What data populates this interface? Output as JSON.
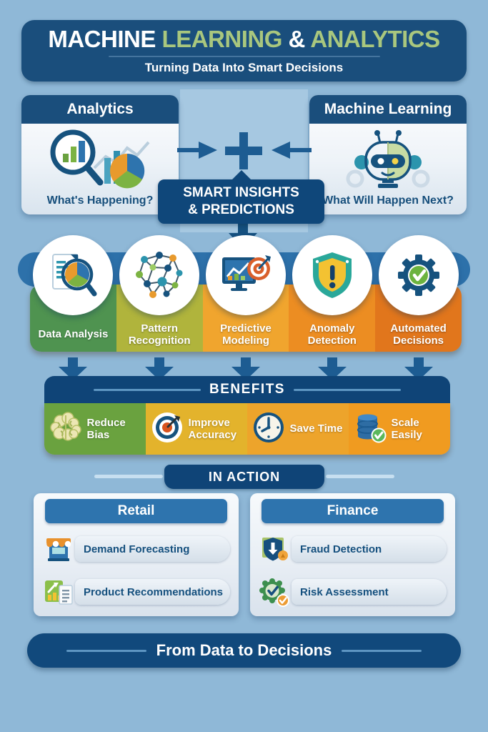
{
  "page": {
    "background": "#8fb8d7"
  },
  "header": {
    "background": "#1a4e7c",
    "title_parts": [
      {
        "text": "MACHINE ",
        "color": "#ffffff"
      },
      {
        "text": "LEARNING",
        "color": "#a9c77e"
      },
      {
        "text": " & ",
        "color": "#ffffff"
      },
      {
        "text": "ANALYTICS",
        "color": "#a9c77e"
      }
    ],
    "subtitle": "Turning Data Into Smart Decisions"
  },
  "comparison": {
    "analytics": {
      "title": "Analytics",
      "caption": "What's Happening?",
      "icon": "magnifier-chart-icon"
    },
    "machine_learning": {
      "title": "Machine Learning",
      "caption": "What Will Happen Next?",
      "icon": "robot-icon"
    },
    "combine": {
      "line1": "SMART INSIGHTS",
      "line2": "& PREDICTIONS"
    }
  },
  "pipeline": {
    "steps": [
      {
        "label": "Data Analysis",
        "color": "#4f9350",
        "icon": "data-analysis-icon"
      },
      {
        "label": "Pattern Recognition",
        "color": "#b0b43c",
        "icon": "pattern-recognition-icon"
      },
      {
        "label": "Predictive Modeling",
        "color": "#f0a52e",
        "icon": "predictive-modeling-icon"
      },
      {
        "label": "Anomaly Detection",
        "color": "#ec8d22",
        "icon": "anomaly-detection-icon"
      },
      {
        "label": "Automated Decisions",
        "color": "#e1761c",
        "icon": "automated-decisions-icon"
      }
    ]
  },
  "benefits": {
    "title": "BENEFITS",
    "items": [
      {
        "label": "Reduce Bias",
        "color": "#6aa23f",
        "icon": "brain-icon"
      },
      {
        "label": "Improve Accuracy",
        "color": "#e3b32c",
        "icon": "target-icon"
      },
      {
        "label": "Save Time",
        "color": "#eda42b",
        "icon": "clock-icon"
      },
      {
        "label": "Scale Easily",
        "color": "#f09b20",
        "icon": "database-check-icon"
      }
    ]
  },
  "in_action": {
    "title": "IN ACTION",
    "cards": [
      {
        "title": "Retail",
        "items": [
          {
            "label": "Demand Forecasting",
            "icon": "storefront-icon"
          },
          {
            "label": "Product Recommendations",
            "icon": "growth-chart-icon"
          }
        ]
      },
      {
        "title": "Finance",
        "items": [
          {
            "label": "Fraud Detection",
            "icon": "fraud-shield-icon"
          },
          {
            "label": "Risk Assessment",
            "icon": "risk-badge-icon"
          }
        ]
      }
    ]
  },
  "footer": {
    "title": "From Data to Decisions"
  }
}
